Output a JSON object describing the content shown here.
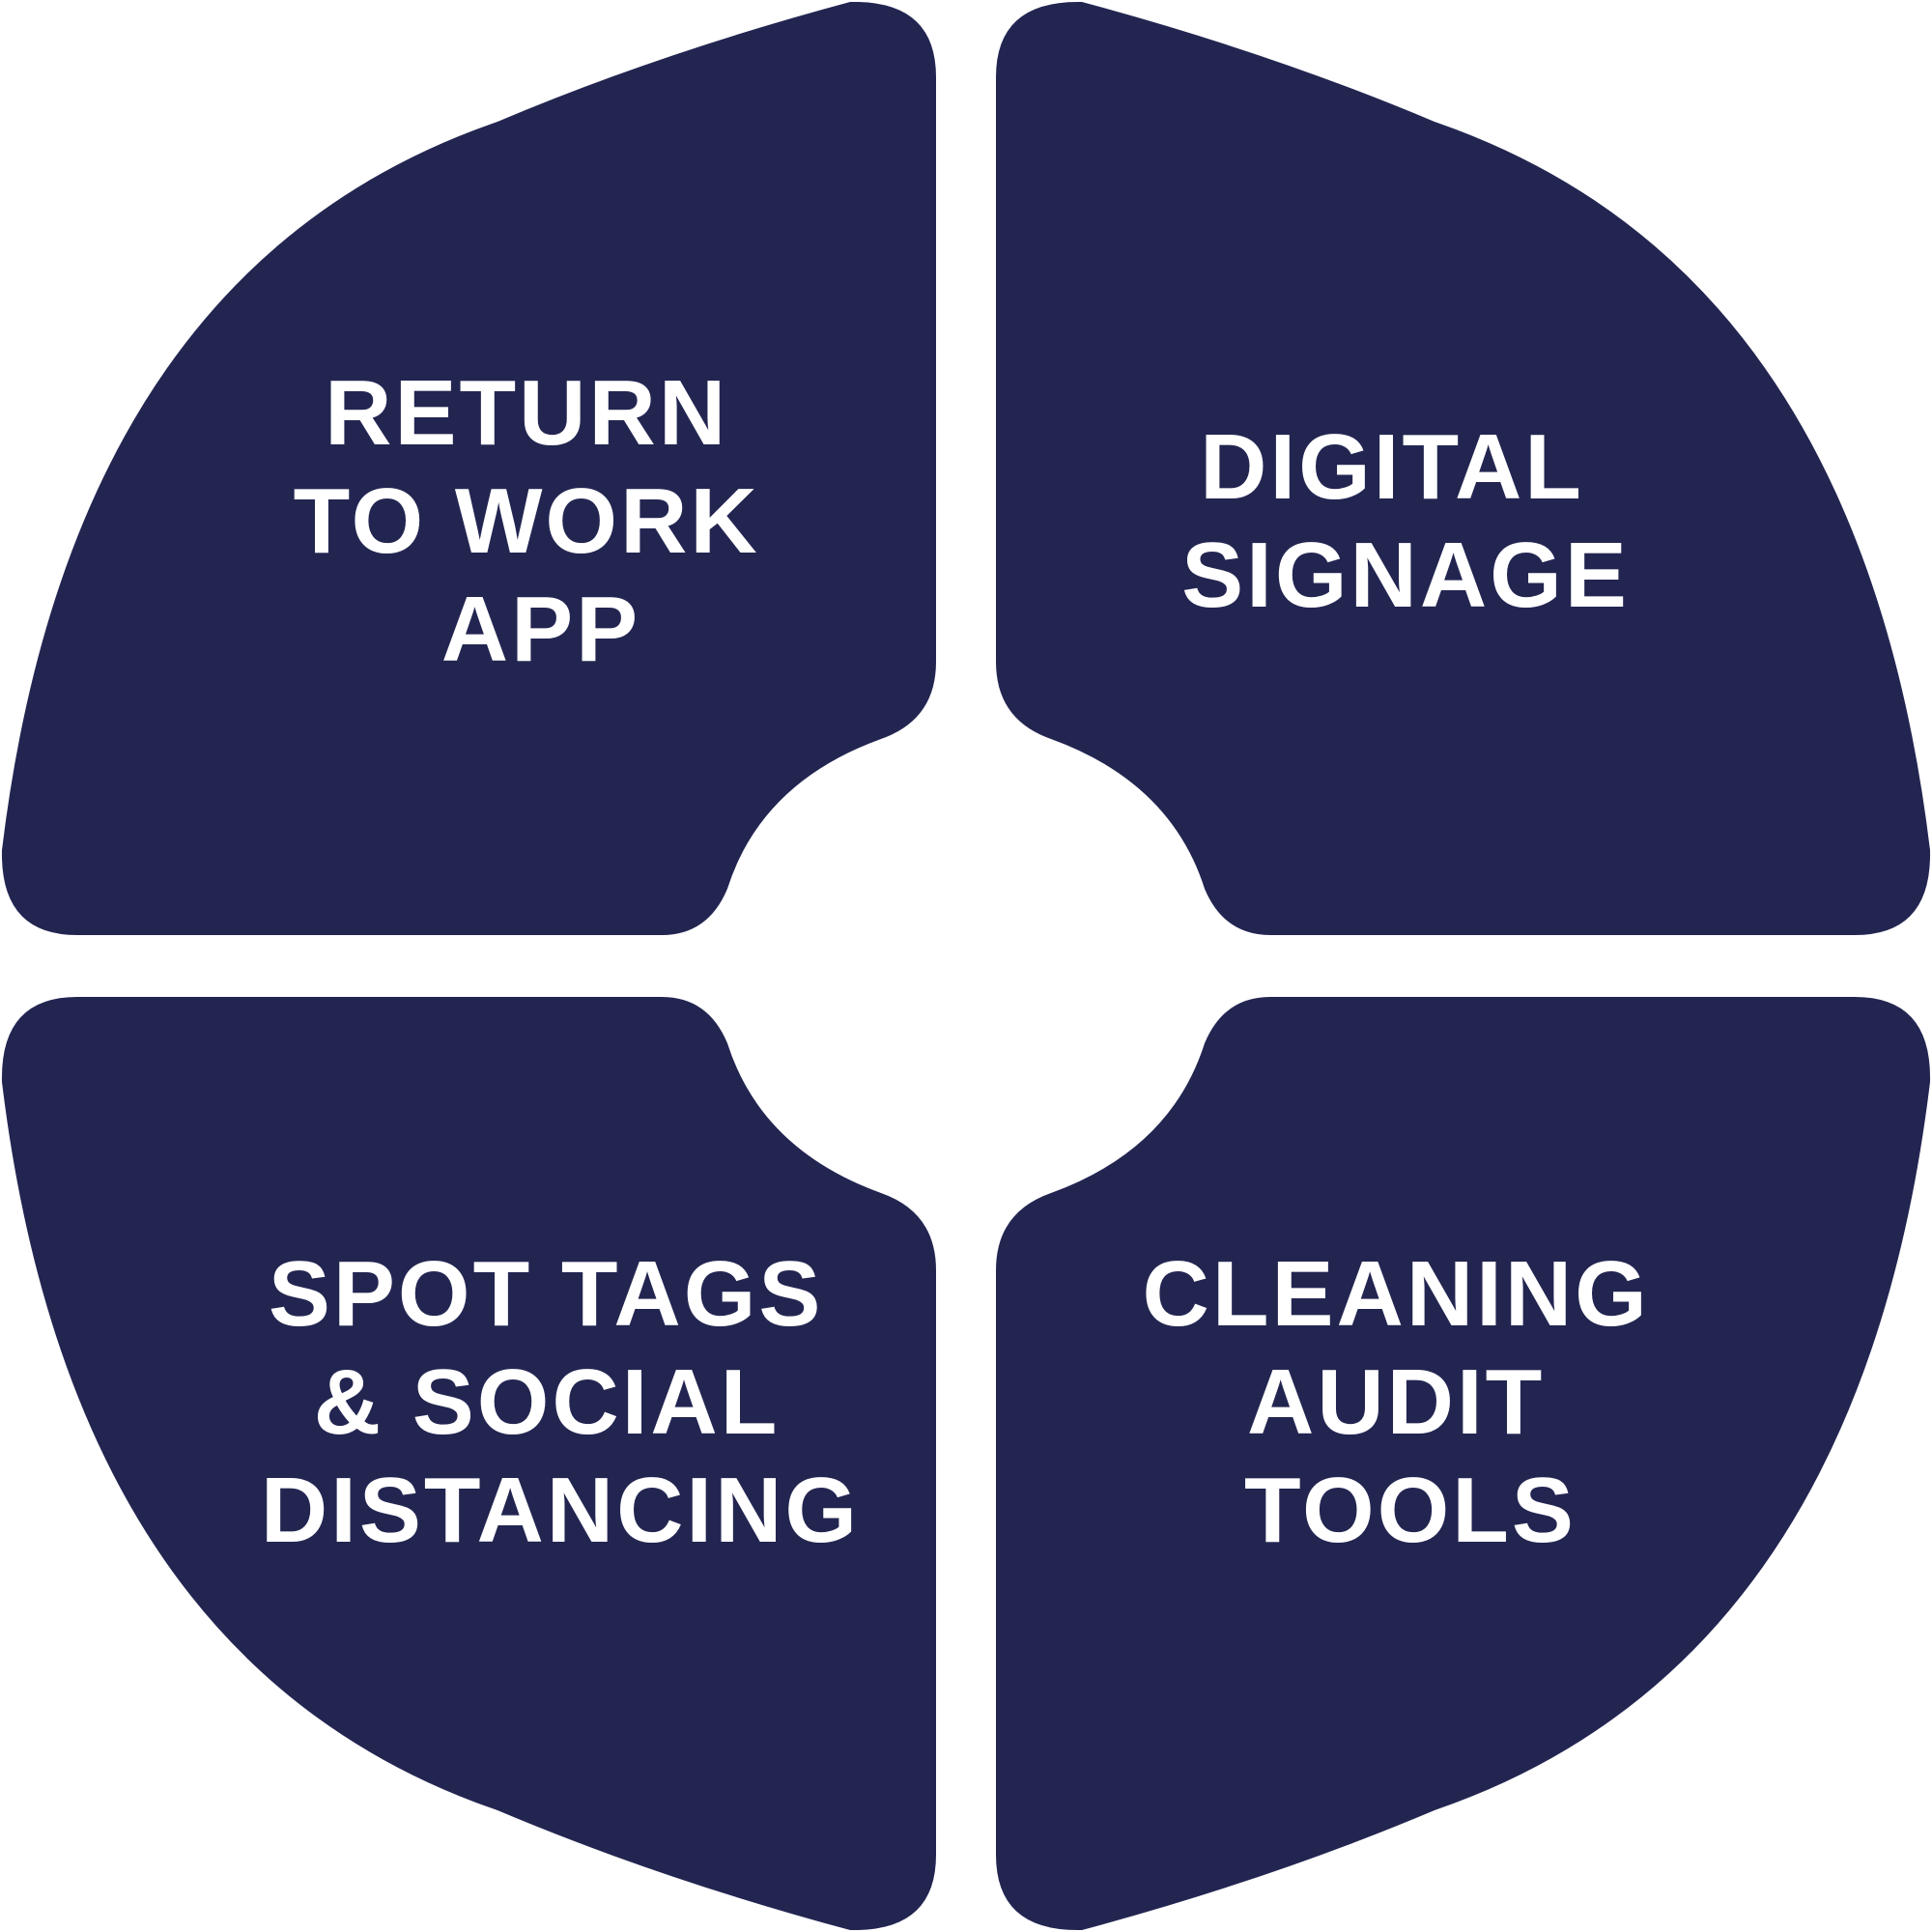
{
  "colors": {
    "segment_fill": "#232551",
    "label_text": "#ffffff",
    "background": "#ffffff"
  },
  "segments": [
    {
      "id": "top-left",
      "lines": [
        "RETURN",
        "TO WORK",
        "APP"
      ]
    },
    {
      "id": "top-right",
      "lines": [
        "DIGITAL",
        "SIGNAGE"
      ]
    },
    {
      "id": "bottom-left",
      "lines": [
        "SPOT TAGS",
        "& SOCIAL",
        "DISTANCING"
      ]
    },
    {
      "id": "bottom-right",
      "lines": [
        "CLEANING",
        "AUDIT",
        "TOOLS"
      ]
    }
  ]
}
